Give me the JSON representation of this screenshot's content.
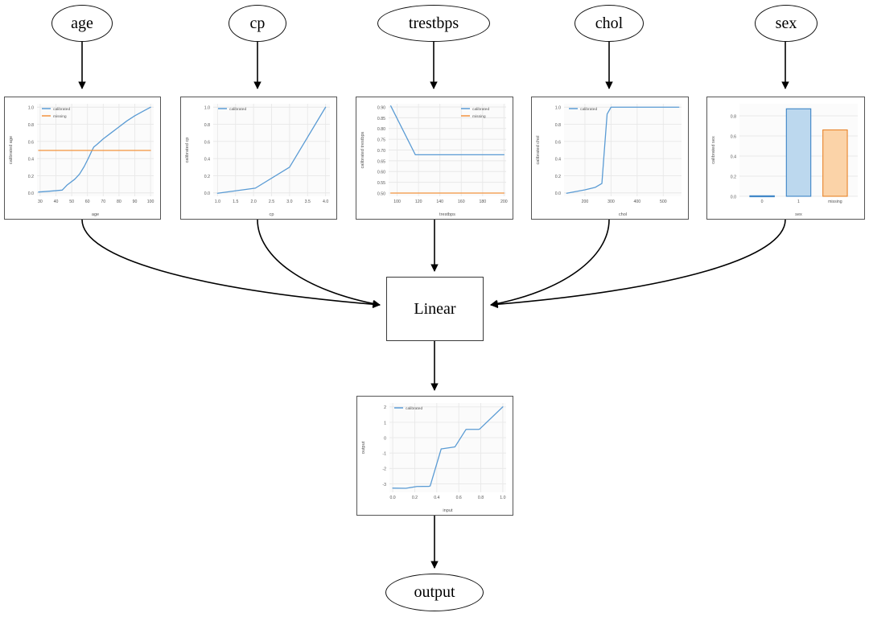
{
  "graph": {
    "input_nodes": [
      {
        "id": "age",
        "label": "age"
      },
      {
        "id": "cp",
        "label": "cp"
      },
      {
        "id": "trestbps",
        "label": "trestbps"
      },
      {
        "id": "chol",
        "label": "chol"
      },
      {
        "id": "sex",
        "label": "sex"
      }
    ],
    "linear_node": {
      "id": "linear",
      "label": "Linear"
    },
    "output_node": {
      "id": "output",
      "label": "output"
    }
  },
  "colors": {
    "calibrated": "#5a9bd4",
    "missing": "#f3933e",
    "bar_blue_fill": "#bcd8ee",
    "bar_blue_edge": "#3d85c6",
    "bar_orange_fill": "#fbd3a8",
    "bar_orange_edge": "#e8842a",
    "edge": "#000000",
    "frame": "#555555",
    "grid": "#e8e8e8",
    "plot_bg": "#fbfbfb"
  },
  "chart_data": [
    {
      "id": "age",
      "type": "line",
      "title": "",
      "xlabel": "age",
      "ylabel": "calibrated age",
      "xlim": [
        28,
        102
      ],
      "ylim": [
        -0.04,
        1.04
      ],
      "xticks": [
        30,
        40,
        50,
        60,
        70,
        80,
        90,
        100
      ],
      "yticks": [
        0.0,
        0.2,
        0.4,
        0.6,
        0.8,
        1.0
      ],
      "legend": [
        "calibrated",
        "missing"
      ],
      "legend_position": "upper left",
      "grid": true,
      "series": [
        {
          "name": "calibrated",
          "color": "#5a9bd4",
          "x": [
            29,
            35,
            40,
            44,
            47,
            52,
            55,
            58,
            61,
            63,
            64,
            66,
            70,
            75,
            80,
            85,
            90,
            95,
            100
          ],
          "y": [
            0.01,
            0.018,
            0.025,
            0.032,
            0.09,
            0.16,
            0.22,
            0.31,
            0.42,
            0.5,
            0.535,
            0.565,
            0.63,
            0.7,
            0.77,
            0.84,
            0.9,
            0.95,
            1.0
          ]
        },
        {
          "name": "missing",
          "color": "#f3933e",
          "x": [
            29,
            100
          ],
          "y": [
            0.495,
            0.495
          ]
        }
      ]
    },
    {
      "id": "cp",
      "type": "line",
      "title": "",
      "xlabel": "cp",
      "ylabel": "calibrated cp",
      "xlim": [
        0.88,
        4.12
      ],
      "ylim": [
        -0.04,
        1.04
      ],
      "xticks": [
        1.0,
        1.5,
        2.0,
        2.5,
        3.0,
        3.5,
        4.0
      ],
      "yticks": [
        0.0,
        0.2,
        0.4,
        0.6,
        0.8,
        1.0
      ],
      "legend": [
        "calibrated"
      ],
      "legend_position": "upper left",
      "grid": true,
      "series": [
        {
          "name": "calibrated",
          "color": "#5a9bd4",
          "x": [
            1.0,
            2.05,
            3.0,
            4.0
          ],
          "y": [
            -0.005,
            0.055,
            0.3,
            1.0
          ]
        }
      ]
    },
    {
      "id": "trestbps",
      "type": "line",
      "title": "",
      "xlabel": "trestbps",
      "ylabel": "calibrated trestbps",
      "xlim": [
        92,
        202
      ],
      "ylim": [
        0.485,
        0.915
      ],
      "xticks": [
        100,
        120,
        140,
        160,
        180,
        200
      ],
      "yticks": [
        0.5,
        0.55,
        0.6,
        0.65,
        0.7,
        0.75,
        0.8,
        0.85,
        0.9
      ],
      "legend": [
        "calibrated",
        "missing"
      ],
      "legend_position": "upper right",
      "grid": true,
      "series": [
        {
          "name": "calibrated",
          "color": "#5a9bd4",
          "x": [
            94,
            117,
            200
          ],
          "y": [
            0.905,
            0.678,
            0.678
          ]
        },
        {
          "name": "missing",
          "color": "#f3933e",
          "x": [
            94,
            200
          ],
          "y": [
            0.5,
            0.5
          ]
        }
      ]
    },
    {
      "id": "chol",
      "type": "line",
      "title": "",
      "xlabel": "chol",
      "ylabel": "calibrated chol",
      "xlim": [
        120,
        570
      ],
      "ylim": [
        -0.04,
        1.04
      ],
      "xticks": [
        200,
        300,
        400,
        500
      ],
      "yticks": [
        0.0,
        0.2,
        0.4,
        0.6,
        0.8,
        1.0
      ],
      "legend": [
        "calibrated"
      ],
      "legend_position": "upper left",
      "grid": true,
      "series": [
        {
          "name": "calibrated",
          "color": "#5a9bd4",
          "x": [
            130,
            200,
            240,
            265,
            272,
            285,
            300,
            400,
            500,
            560
          ],
          "y": [
            -0.005,
            0.035,
            0.065,
            0.11,
            0.4,
            0.92,
            1.0,
            1.0,
            1.0,
            1.0
          ]
        }
      ]
    },
    {
      "id": "sex",
      "type": "bar",
      "title": "",
      "xlabel": "sex",
      "ylabel": "calibrated sex",
      "categories": [
        "0",
        "1",
        "missing"
      ],
      "values": [
        0.005,
        0.87,
        0.66
      ],
      "bar_colors": [
        "#bcd8ee",
        "#bcd8ee",
        "#fbd3a8"
      ],
      "bar_edges": [
        "#3d85c6",
        "#3d85c6",
        "#e8842a"
      ],
      "ylim": [
        0.0,
        0.92
      ],
      "yticks": [
        0.0,
        0.2,
        0.4,
        0.6,
        0.8
      ],
      "legend": [],
      "grid": true
    },
    {
      "id": "output",
      "type": "line",
      "title": "",
      "xlabel": "input",
      "ylabel": "output",
      "xlim": [
        -0.03,
        1.03
      ],
      "ylim": [
        -3.55,
        2.25
      ],
      "xticks": [
        0.0,
        0.2,
        0.4,
        0.6,
        0.8,
        1.0
      ],
      "yticks": [
        -3,
        -2,
        -1,
        0,
        1,
        2
      ],
      "legend": [
        "calibrated"
      ],
      "legend_position": "upper left",
      "grid": true,
      "series": [
        {
          "name": "calibrated",
          "color": "#5a9bd4",
          "x": [
            0.0,
            0.12,
            0.22,
            0.33,
            0.34,
            0.44,
            0.45,
            0.555,
            0.565,
            0.665,
            0.675,
            0.78,
            0.79,
            1.0
          ],
          "y": [
            -3.28,
            -3.29,
            -3.17,
            -3.16,
            -3.14,
            -0.73,
            -0.72,
            -0.61,
            -0.6,
            0.53,
            0.54,
            0.54,
            0.56,
            2.0
          ]
        }
      ]
    }
  ]
}
